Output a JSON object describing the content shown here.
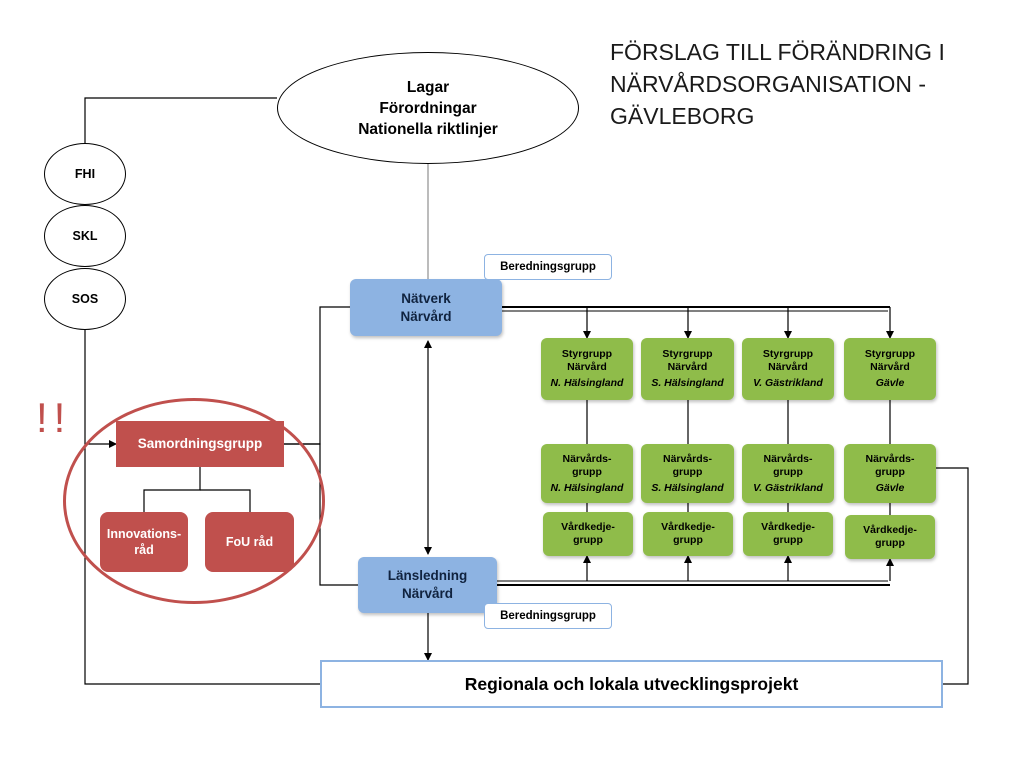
{
  "title": "FÖRSLAG TILL FÖRÄNDRING I NÄRVÅRDSORGANISATION - GÄVLEBORG",
  "top_ellipse": {
    "line1": "Lagar",
    "line2": "Förordningar",
    "line3": "Nationella riktlinjer"
  },
  "side_circles": [
    "FHI",
    "SKL",
    "SOS"
  ],
  "natverk": {
    "line1": "Nätverk",
    "line2": "Närvård"
  },
  "lansledning": {
    "line1": "Länsledning",
    "line2": "Närvård"
  },
  "beredningsgrupp_top": "Beredningsgrupp",
  "beredningsgrupp_bottom": "Beredningsgrupp",
  "alert": "!!",
  "samordning": {
    "main": "Samordningsgrupp",
    "innovation": {
      "line1": "Innovations-",
      "line2": "råd"
    },
    "fou": "FoU råd"
  },
  "styrgrupper": [
    {
      "line1": "Styrgrupp",
      "line2": "Närvård",
      "place": "N. Hälsingland"
    },
    {
      "line1": "Styrgrupp",
      "line2": "Närvård",
      "place": "S. Hälsingland"
    },
    {
      "line1": "Styrgrupp",
      "line2": "Närvård",
      "place": "V. Gästrikland"
    },
    {
      "line1": "Styrgrupp",
      "line2": "Närvård",
      "place": "Gävle"
    }
  ],
  "narvardsgrupper": [
    {
      "line1": "Närvårds-",
      "line2": "grupp",
      "place": "N. Hälsingland"
    },
    {
      "line1": "Närvårds-",
      "line2": "grupp",
      "place": "S. Hälsingland"
    },
    {
      "line1": "Närvårds-",
      "line2": "grupp",
      "place": "V. Gästrikland"
    },
    {
      "line1": "Närvårds-",
      "line2": "grupp",
      "place": "Gävle"
    }
  ],
  "vardkedjegrupper": [
    {
      "line1": "Vårdkedje-",
      "line2": "grupp"
    },
    {
      "line1": "Vårdkedje-",
      "line2": "grupp"
    },
    {
      "line1": "Vårdkedje-",
      "line2": "grupp"
    },
    {
      "line1": "Vårdkedje-",
      "line2": "grupp"
    }
  ],
  "regional": "Regionala och lokala utvecklingsprojekt",
  "colors": {
    "blue_box": "#8db3e2",
    "green_box": "#8fbc4a",
    "red_box": "#c0504d",
    "connector": "#000000"
  }
}
